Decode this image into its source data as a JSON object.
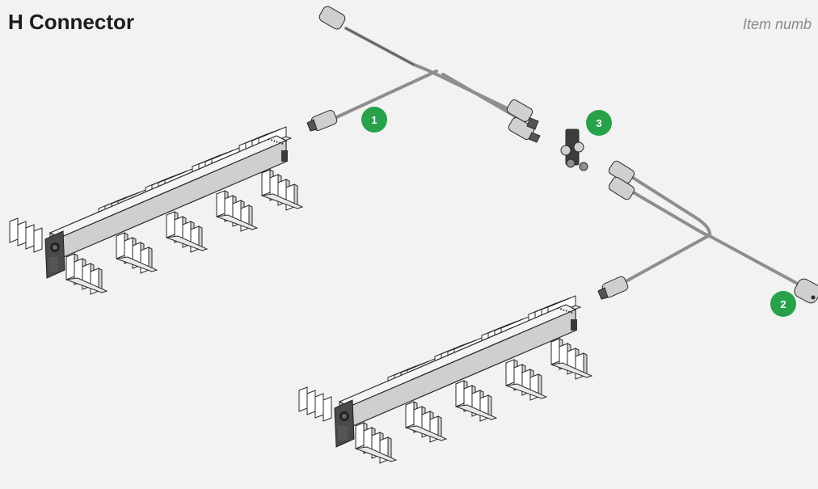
{
  "header": {
    "title": "H Connector",
    "item_number_label": "Item numb"
  },
  "callouts": [
    {
      "label": "1",
      "part": "connector-cable-1"
    },
    {
      "label": "2",
      "part": "connector-cable-2"
    },
    {
      "label": "3",
      "part": "h-connector-coupler"
    }
  ],
  "colors": {
    "background": "#f2f2f2",
    "callout_badge": "#27a24a",
    "cable": "#8e8e8e",
    "fixture_body": "#d8d8d8",
    "heatsink_fin": "#ffffff",
    "outline": "#2a2a2a"
  }
}
